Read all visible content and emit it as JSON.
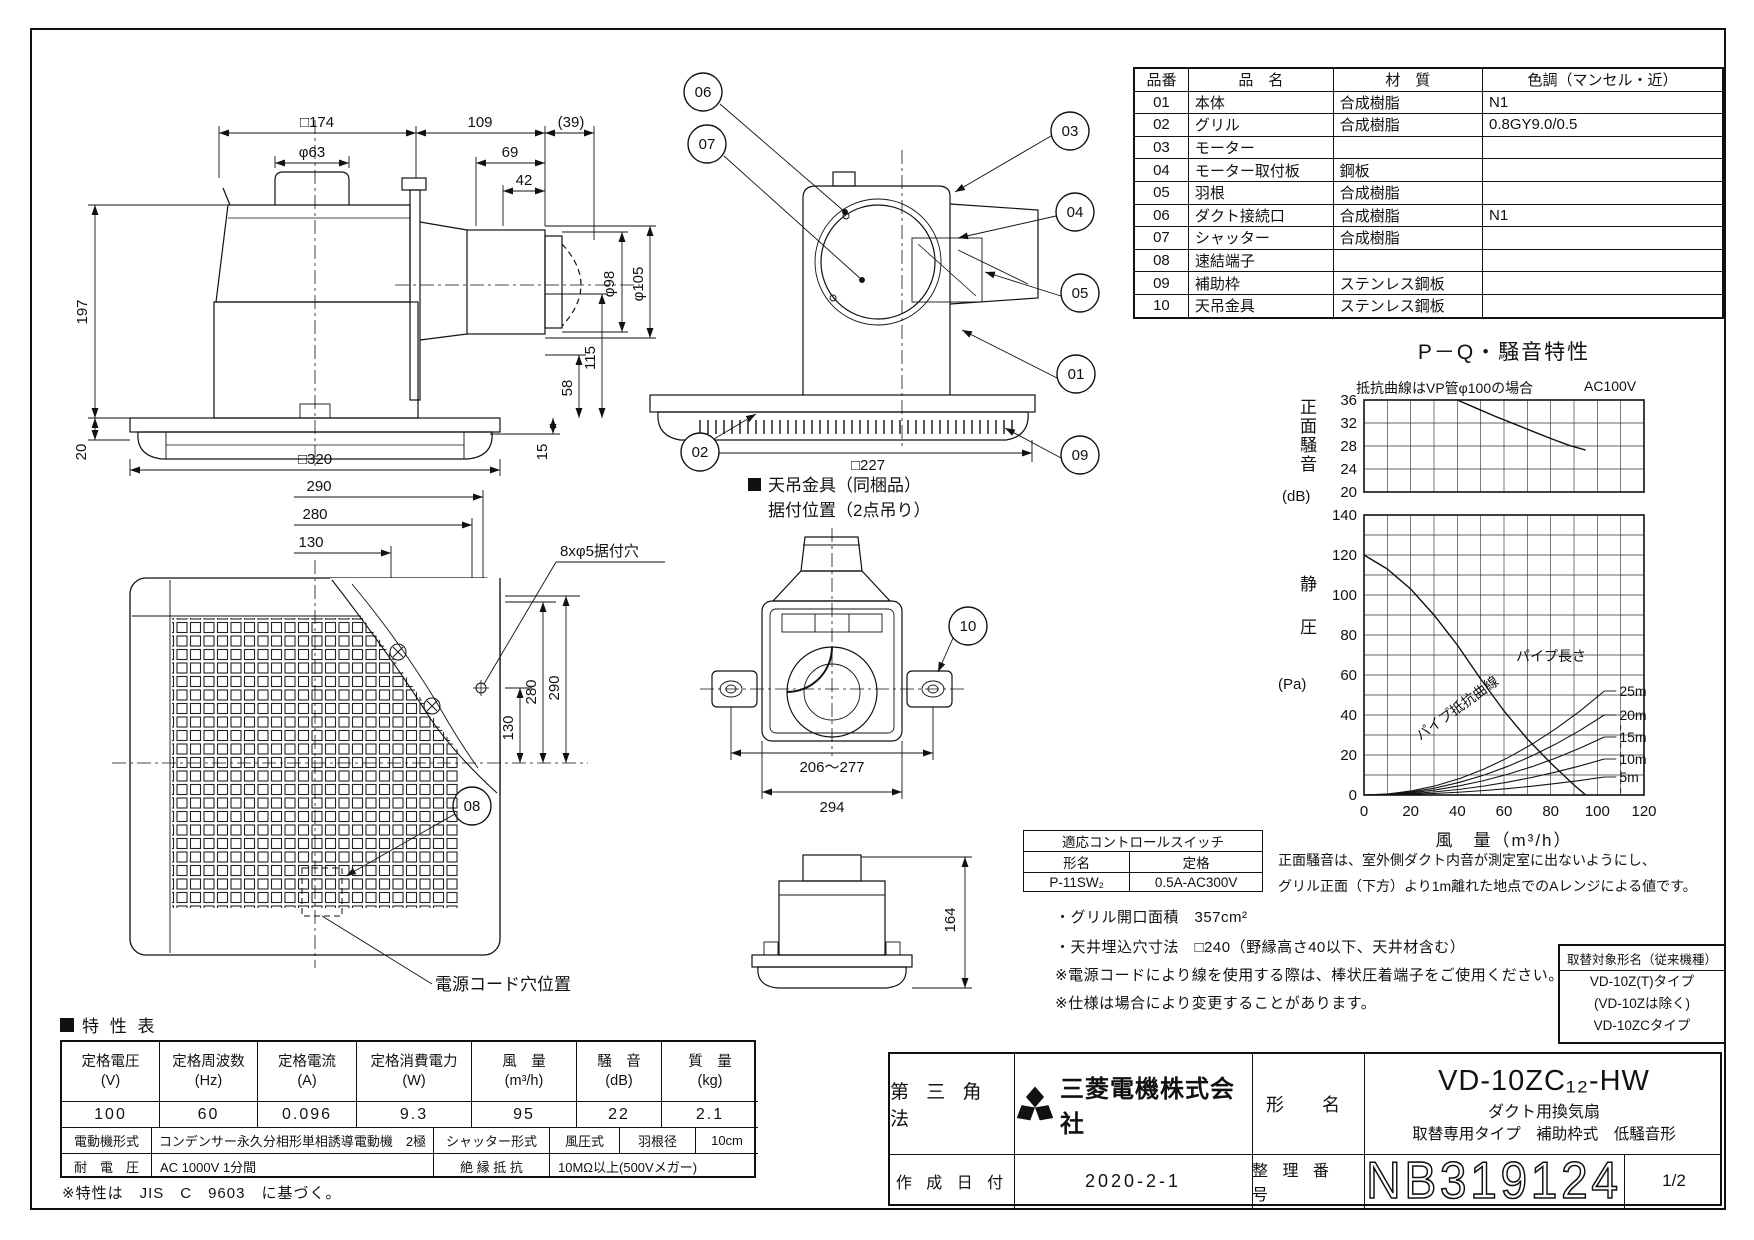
{
  "sheet": {
    "page_number": "1/2"
  },
  "parts_table": {
    "headers": {
      "no": "品番",
      "name": "品　名",
      "material": "材　質",
      "color": "色調（マンセル・近）"
    },
    "rows": [
      {
        "no": "01",
        "name": "本体",
        "material": "合成樹脂",
        "color": "N1"
      },
      {
        "no": "02",
        "name": "グリル",
        "material": "合成樹脂",
        "color": "0.8GY9.0/0.5"
      },
      {
        "no": "03",
        "name": "モーター",
        "material": "",
        "color": ""
      },
      {
        "no": "04",
        "name": "モーター取付板",
        "material": "鋼板",
        "color": ""
      },
      {
        "no": "05",
        "name": "羽根",
        "material": "合成樹脂",
        "color": ""
      },
      {
        "no": "06",
        "name": "ダクト接続口",
        "material": "合成樹脂",
        "color": "N1"
      },
      {
        "no": "07",
        "name": "シャッター",
        "material": "合成樹脂",
        "color": ""
      },
      {
        "no": "08",
        "name": "速結端子",
        "material": "",
        "color": ""
      },
      {
        "no": "09",
        "name": "補助枠",
        "material": "ステンレス鋼板",
        "color": ""
      },
      {
        "no": "10",
        "name": "天吊金具",
        "material": "ステンレス鋼板",
        "color": ""
      }
    ]
  },
  "chart_data": [
    {
      "type": "line",
      "title": "P－Q・騒音特性",
      "subtitle_left": "抵抗曲線はVP管φ100の場合",
      "subtitle_right": "AC100V",
      "ylabel": "正面騒音",
      "ylabel_unit": "(dB)",
      "ylim": [
        20,
        36
      ],
      "yticks": [
        36,
        32,
        28,
        24,
        20
      ],
      "xlim": [
        0,
        120
      ],
      "grid_step_x": 10,
      "grid_step_y": 4,
      "series": [
        {
          "name": "正面騒音",
          "x": [
            40,
            48,
            56,
            64,
            72,
            80,
            88,
            95
          ],
          "y": [
            36,
            34.6,
            33.2,
            31.9,
            30.6,
            29.3,
            28.1,
            27.3
          ]
        }
      ]
    },
    {
      "type": "line",
      "ylabel": "静圧",
      "ylabel_unit": "(Pa)",
      "xlabel": "風　量（m³/h）",
      "ylim": [
        0,
        140
      ],
      "yticks": [
        140,
        120,
        100,
        80,
        60,
        40,
        20,
        0
      ],
      "xlim": [
        0,
        120
      ],
      "xticks": [
        0,
        20,
        40,
        60,
        80,
        100,
        120
      ],
      "grid_step_x": 10,
      "grid_step_y": 10,
      "series": [
        {
          "name": "P-Q",
          "x": [
            0,
            10,
            20,
            30,
            40,
            50,
            60,
            70,
            80,
            90,
            95
          ],
          "y": [
            120,
            113,
            103,
            90,
            75,
            58,
            42,
            28,
            16,
            5,
            0
          ]
        },
        {
          "name": "25m",
          "curve": "pipe",
          "end_x": 103,
          "end_y": 52
        },
        {
          "name": "20m",
          "curve": "pipe",
          "end_x": 103,
          "end_y": 40
        },
        {
          "name": "15m",
          "curve": "pipe",
          "end_x": 103,
          "end_y": 29
        },
        {
          "name": "10m",
          "curve": "pipe",
          "end_x": 103,
          "end_y": 18
        },
        {
          "name": "5m",
          "curve": "pipe",
          "end_x": 103,
          "end_y": 9
        }
      ],
      "annotations": {
        "pipe_length": "パイプ長さ",
        "pipe_curve": "パイプ抵抗曲線"
      },
      "legend_position": "right-inside",
      "note_line1": "正面騒音は、室外側ダクト内音が測定室に出ないようにし、",
      "note_line2": "グリル正面（下方）より1m離れた地点でのAレンジによる値です。"
    }
  ],
  "switch_table": {
    "title": "適応コントロールスイッチ",
    "model_header": "形名",
    "rating_header": "定格",
    "model": "P-11SW₂",
    "rating": "0.5A-AC300V"
  },
  "notes": {
    "line1": "・グリル開口面積　357cm²",
    "line2": "・天井埋込穴寸法　□240（野縁高さ40以下、天井材含む）",
    "line3": "※電源コードにより線を使用する際は、棒状圧着端子をご使用ください。",
    "line4": "※仕様は場合により変更することがあります。"
  },
  "replace_box": {
    "title": "取替対象形名（従来機種）",
    "line1": "VD-10Z(T)タイプ",
    "line2": "(VD-10Zは除く)",
    "line3": "VD-10ZCタイプ"
  },
  "spec_table": {
    "heading": "特 性 表",
    "columns": [
      {
        "label": "定格電圧",
        "unit": "(V)"
      },
      {
        "label": "定格周波数",
        "unit": "(Hz)"
      },
      {
        "label": "定格電流",
        "unit": "(A)"
      },
      {
        "label": "定格消費電力",
        "unit": "(W)"
      },
      {
        "label": "風　量",
        "unit": "(m³/h)"
      },
      {
        "label": "騒　音",
        "unit": "(dB)"
      },
      {
        "label": "質　量",
        "unit": "(kg)"
      }
    ],
    "values": [
      "100",
      "60",
      "0.096",
      "9.3",
      "95",
      "22",
      "2.1"
    ],
    "motor_row": {
      "label": "電動機形式",
      "value": "コンデンサー永久分相形単相誘導電動機　2極",
      "shutter_label": "シャッター形式",
      "shutter_value": "風圧式",
      "blade_label": "羽根径",
      "blade_value": "10cm"
    },
    "voltage_row": {
      "label": "耐　電　圧",
      "value": "AC 1000V 1分間",
      "insulation_label": "絶 縁 抵 抗",
      "insulation_value": "10MΩ以上(500Vメガー)"
    },
    "note": "※特性は　JIS　C　9603　に基づく。"
  },
  "title_block": {
    "projection": "第 三 角 法",
    "company": "三菱電機株式会社",
    "model_header": "形　名",
    "model": "VD-10ZC₁₂-HW",
    "product": "ダクト用換気扇",
    "subtype": "取替専用タイプ　補助枠式　低騒音形",
    "date_header": "作 成 日 付",
    "date": "2020-2-1",
    "number_header": "整 理 番 号",
    "number": "NB319124",
    "page": "1/2"
  },
  "balloons": {
    "b01": "01",
    "b02": "02",
    "b03": "03",
    "b04": "04",
    "b05": "05",
    "b06": "06",
    "b07": "07",
    "b08": "08",
    "b09": "09",
    "b10": "10"
  },
  "dims": {
    "v1_174": "□174",
    "v1_63": "φ63",
    "v1_109": "109",
    "v1_39": "(39)",
    "v1_69": "69",
    "v1_42": "42",
    "v1_98": "φ98",
    "v1_105": "φ105",
    "v1_197": "197",
    "v1_58": "58",
    "v1_115": "115",
    "v1_15": "15",
    "v1_20": "20",
    "v1_320": "□320",
    "v2_227": "□227",
    "v3_290": "290",
    "v3_280": "280",
    "v3_130": "130",
    "v3_v130": "130",
    "v3_v280": "280",
    "v3_v290": "290",
    "v3_holes": "8xφ5据付穴",
    "v3_cord": "電源コード穴位置",
    "v4_range": "206～277",
    "v4_294": "294",
    "v4_164": "164"
  },
  "labels": {
    "hanging_line1": "天吊金具（同梱品）",
    "hanging_line2": "据付位置（2点吊り）"
  }
}
